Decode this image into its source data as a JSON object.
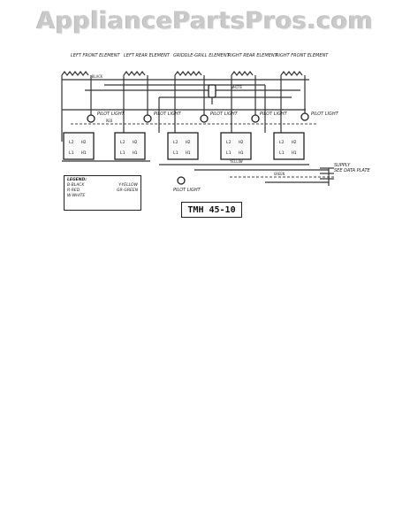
{
  "watermark": "AppliancePartsPros.com",
  "model_label": "TMH 45-10",
  "elements": [
    {
      "label": "LEFT FRONT ELEMENT"
    },
    {
      "label": "LEFT REAR ELEMENT"
    },
    {
      "label": "GRIDDLE-GRILL ELEMENT"
    },
    {
      "label": "RIGHT REAR ELEMENT"
    },
    {
      "label": "RIGHT FRONT ELEMENT"
    }
  ],
  "pilot_lights": [
    "PILOT LIGHT",
    "PILOT LIGHT",
    "PILOT LIGHT",
    "PILOT LIGHT",
    "PILOT LIGHT"
  ],
  "bottom_pilot": "PILOT LIGHT",
  "supply": "SUPPLY",
  "supply_sub": "SEE DATA PLATE",
  "wire_codes": [
    "BLACK",
    "WHITE",
    "RED",
    "YELLOW",
    "GREEN"
  ],
  "legend": {
    "title": "LEGEND:",
    "items": [
      {
        "left": "B-BLACK",
        "right": "Y-YELLOW"
      },
      {
        "left": "R-RED",
        "right": "GR-GREEN"
      },
      {
        "left": "W-WHITE",
        "right": ""
      }
    ]
  },
  "footer_left": "",
  "footer_right": ""
}
